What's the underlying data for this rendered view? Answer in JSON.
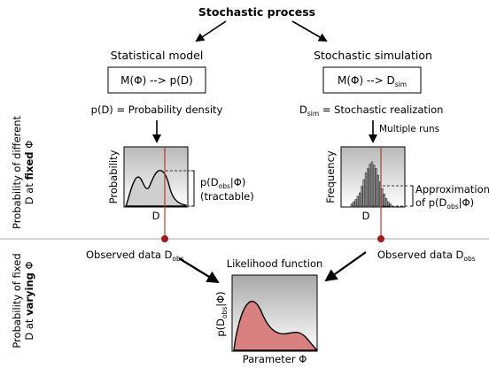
{
  "title": "Stochastic process",
  "left_branch": {
    "heading": "Statistical model",
    "box": {
      "main": "M(Φ) --> p(D)"
    },
    "caption": "p(D) = Probability density",
    "plot": {
      "ylabel": "Probability",
      "xlabel": "D",
      "annotation_line1_pre": "p(D",
      "annotation_line1_sub": "obs",
      "annotation_line1_post": "|Φ)",
      "annotation_line2": "(tractable)"
    }
  },
  "right_branch": {
    "heading": "Stochastic simulation",
    "box": {
      "main": "M(Φ) --> D",
      "sub": "sim"
    },
    "caption": {
      "pre": "D",
      "sub": "sim",
      "post": " = Stochastic realization"
    },
    "arrow_label": "Multiple runs",
    "plot": {
      "ylabel": "Frequency",
      "xlabel": "D",
      "annotation_line1": "Approximation",
      "annotation_line2_pre": "of p(D",
      "annotation_line2_sub": "obs",
      "annotation_line2_post": "|Φ)"
    }
  },
  "side_labels": {
    "top_line1": "Probability of different",
    "top_line2_pre": "D at ",
    "top_line2_bold": "fixed",
    "top_line2_post": " Φ",
    "bottom_line1": "Probability of fixed",
    "bottom_line2_pre": "D at ",
    "bottom_line2_bold": "varying",
    "bottom_line2_post": " Φ"
  },
  "observed": {
    "pre": "Observed data D",
    "sub": "obs"
  },
  "likelihood": {
    "title": "Likelihood function",
    "ylabel_pre": "p(D",
    "ylabel_sub": "obs",
    "ylabel_post": "|Φ)",
    "xlabel": "Parameter Φ"
  },
  "colors": {
    "observed_line": "#b03a3a",
    "observed_dot": "#9b1c1c",
    "likelihood_fill": "#d98080",
    "density_fill": "#cfcfcf",
    "histogram_fill": "#9a9a9a",
    "separator": "#aaaaaa"
  }
}
